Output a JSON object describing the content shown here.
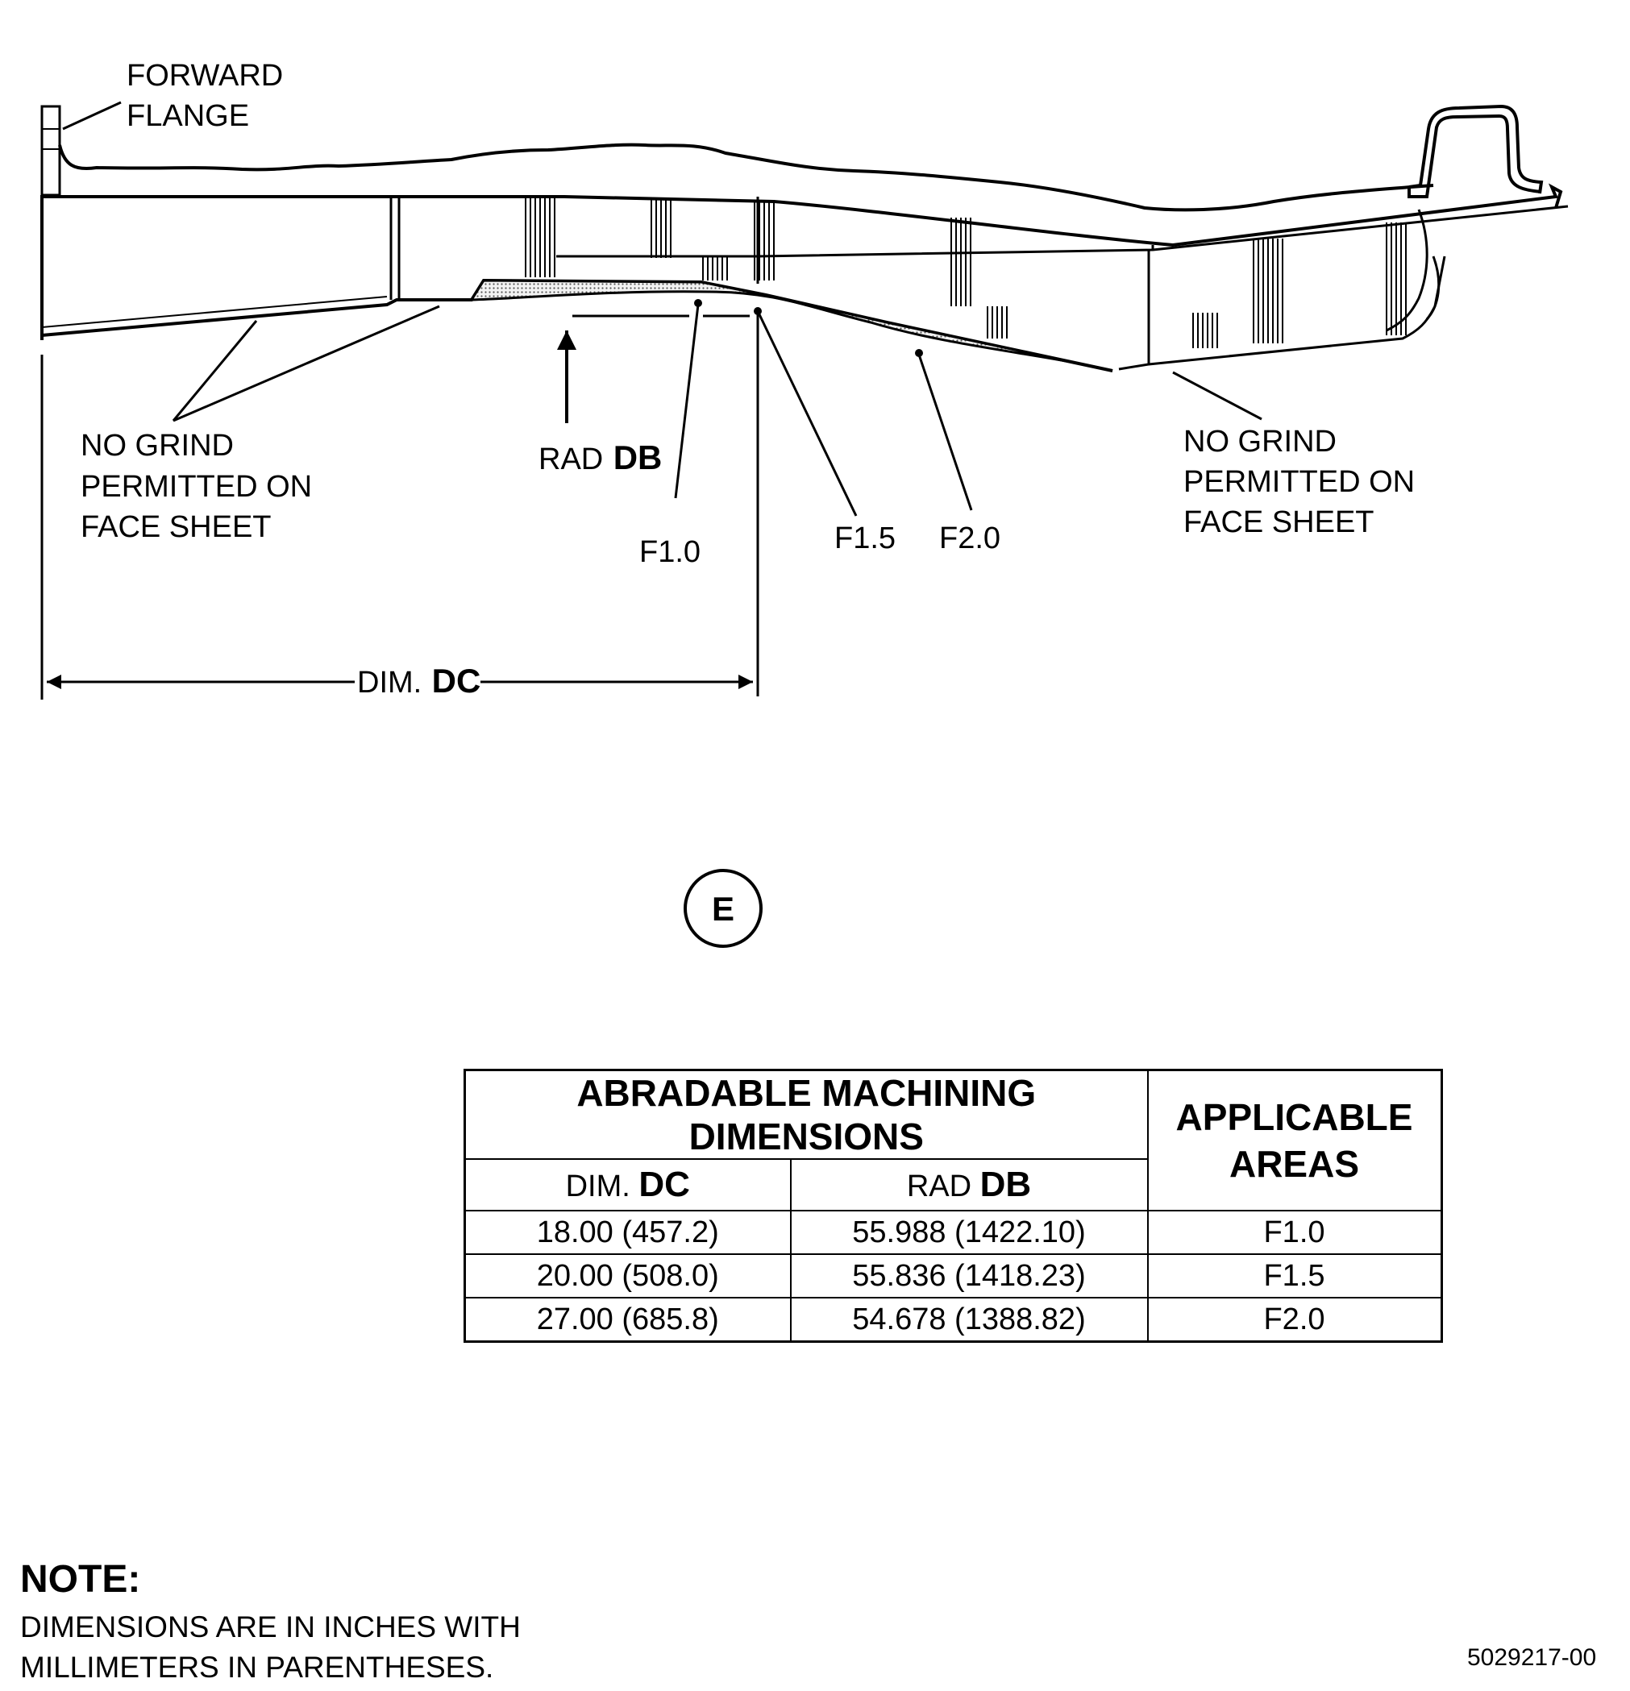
{
  "diagram": {
    "labels": {
      "forward_flange_1": "FORWARD",
      "forward_flange_2": "FLANGE",
      "no_grind_left": [
        "NO GRIND",
        "PERMITTED ON",
        "FACE SHEET"
      ],
      "no_grind_right": [
        "NO GRIND",
        "PERMITTED ON",
        "FACE SHEET"
      ],
      "rad_prefix": "RAD",
      "rad_code": "DB",
      "f10": "F1.0",
      "f15": "F1.5",
      "f20": "F2.0",
      "dim_prefix": "DIM.",
      "dim_code": "DC",
      "view_id": "E"
    }
  },
  "table": {
    "title": "ABRADABLE MACHINING DIMENSIONS",
    "applicable_header": [
      "APPLICABLE",
      "AREAS"
    ],
    "col1_prefix": "DIM.",
    "col1_code": "DC",
    "col2_prefix": "RAD",
    "col2_code": "DB",
    "rows": [
      {
        "dim": "18.00 (457.2)",
        "rad": "55.988 (1422.10)",
        "area": "F1.0"
      },
      {
        "dim": "20.00 (508.0)",
        "rad": "55.836 (1418.23)",
        "area": "F1.5"
      },
      {
        "dim": "27.00 (685.8)",
        "rad": "54.678 (1388.82)",
        "area": "F2.0"
      }
    ]
  },
  "note": {
    "heading": "NOTE:",
    "lines": [
      "DIMENSIONS ARE IN INCHES WITH",
      "MILLIMETERS IN PARENTHESES."
    ]
  },
  "drawing_number": "5029217-00"
}
